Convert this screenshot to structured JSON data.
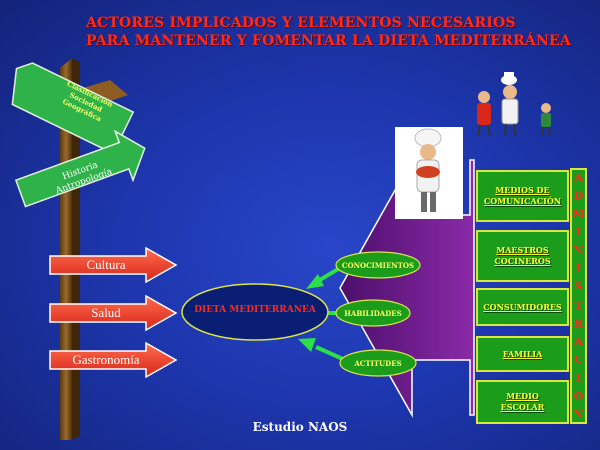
{
  "title": {
    "line1": "ACTORES IMPLICADOS Y ELEMENTOS NECESARIOS",
    "line2": "PARA MANTENER Y FOMENTAR LA DIETA MEDITERRÁNEA"
  },
  "signpost": {
    "top_sign": [
      "Clasificación",
      "Sociedad",
      "Geográfica"
    ],
    "middle_sign": [
      "Historia",
      "Antropología"
    ]
  },
  "left_arrows": [
    "Cultura",
    "Salud",
    "Gastronomía"
  ],
  "center": "DIETA MEDITERRANEA",
  "elements": [
    "CONOCIMIENTOS",
    "HABILIDADES",
    "ACTITUDES"
  ],
  "actors": [
    [
      "MEDIOS DE",
      "COMUNICACIÓN"
    ],
    [
      "MAESTROS",
      "COCINEROS"
    ],
    [
      "CONSUMIDORES"
    ],
    [
      "FAMILIA"
    ],
    [
      "MEDIO",
      "ESCOLAR"
    ]
  ],
  "admin_label": "ADMINISTRACION",
  "footer": "Estudio NAOS",
  "colors": {
    "background": "#1d36ad",
    "title": "#ff2a1a",
    "arrow_red": "#f04028",
    "arrow_green": "#2fb24a",
    "box_green": "#1b9d1b",
    "box_border": "#d8e63d",
    "box_text": "#ffff3a",
    "ellipse": "#0a1f73",
    "big_arrow": "#6b1a8a"
  },
  "icons": [
    "chef-figure-icon",
    "family-figures-icon"
  ]
}
